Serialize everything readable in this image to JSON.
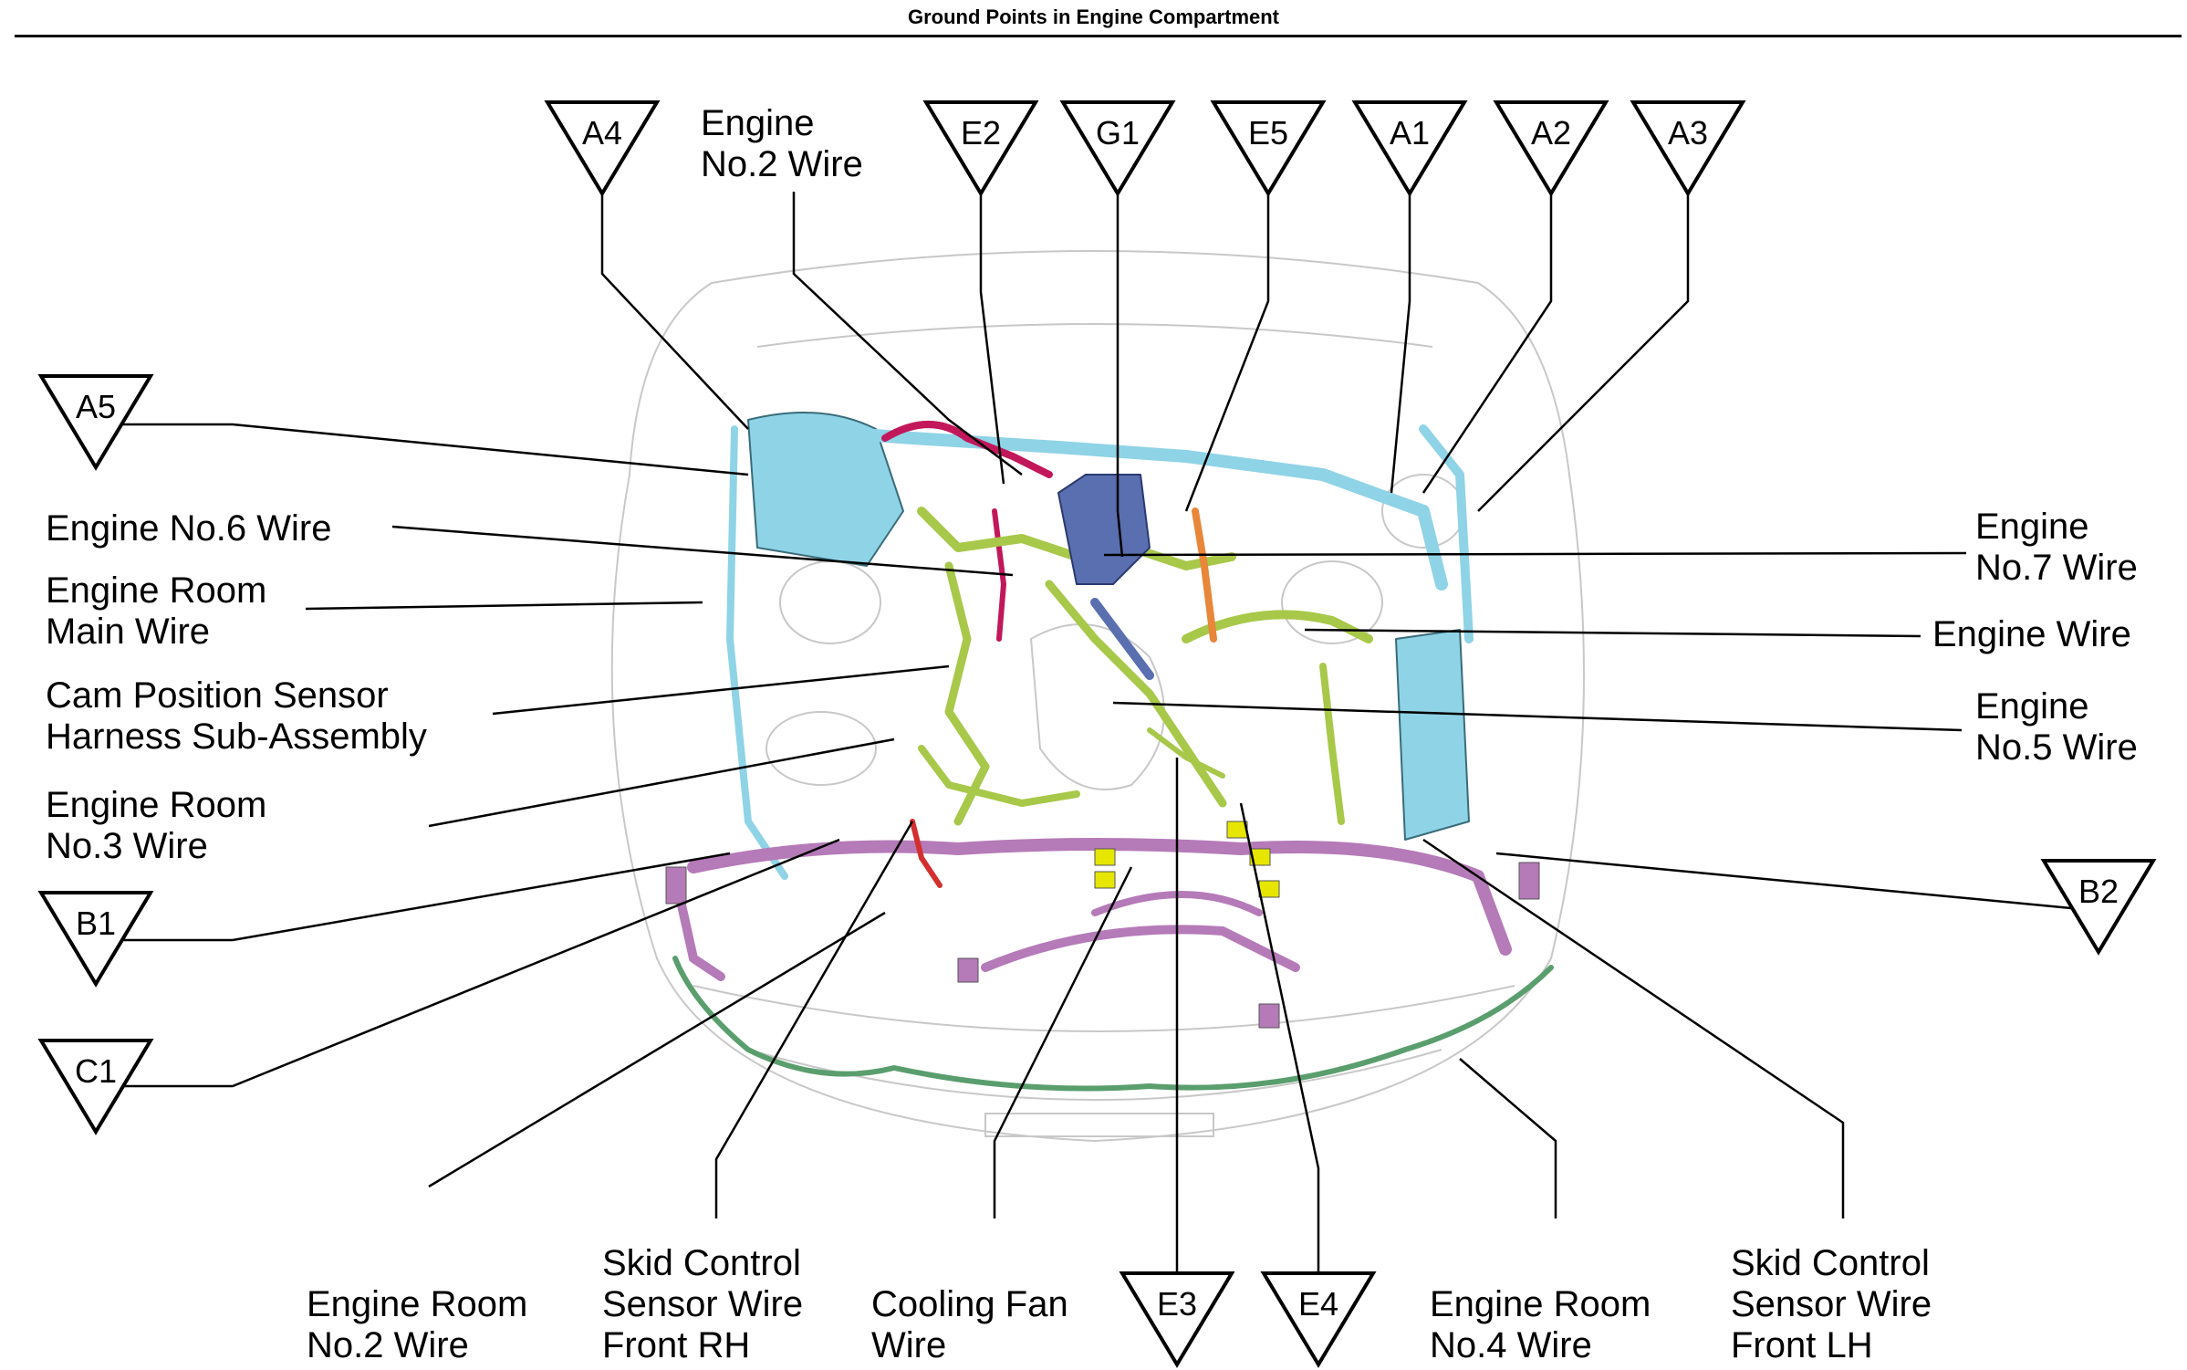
{
  "title": "Ground Points in Engine Compartment",
  "ground_points": {
    "a4": "A4",
    "e2": "E2",
    "g1": "G1",
    "e5": "E5",
    "a1": "A1",
    "a2": "A2",
    "a3": "A3",
    "a5": "A5",
    "b1": "B1",
    "b2": "B2",
    "c1": "C1",
    "e3": "E3",
    "e4": "E4"
  },
  "labels": {
    "engine_no2_wire": [
      "Engine",
      "No.2 Wire"
    ],
    "engine_no6_wire": [
      "Engine No.6 Wire"
    ],
    "engine_room_main_wire": [
      "Engine Room",
      "Main Wire"
    ],
    "cam_position_sensor": [
      "Cam Position Sensor",
      "Harness Sub-Assembly"
    ],
    "engine_room_no3_wire": [
      "Engine Room",
      "No.3 Wire"
    ],
    "engine_no7_wire": [
      "Engine",
      "No.7 Wire"
    ],
    "engine_wire": [
      "Engine Wire"
    ],
    "engine_no5_wire": [
      "Engine",
      "No.5 Wire"
    ],
    "engine_room_no2_wire": [
      "Engine Room",
      "No.2 Wire"
    ],
    "skid_control_front_rh": [
      "Skid Control",
      "Sensor Wire",
      "Front RH"
    ],
    "cooling_fan_wire": [
      "Cooling Fan",
      "Wire"
    ],
    "engine_room_no4_wire": [
      "Engine Room",
      "No.4 Wire"
    ],
    "skid_control_front_lh": [
      "Skid Control",
      "Sensor Wire",
      "Front LH"
    ]
  },
  "colors": {
    "engine_room_main": "#8fd3e6",
    "engine_wire": "#a8c84a",
    "engine_no2": "#c2185b",
    "engine_no5": "#5a6fb0",
    "engine_no7": "#e8863a",
    "skid_control": "#b57ab8",
    "engine_room_no4": "#5a9e6e",
    "cooling_fan": "#e6e600"
  }
}
